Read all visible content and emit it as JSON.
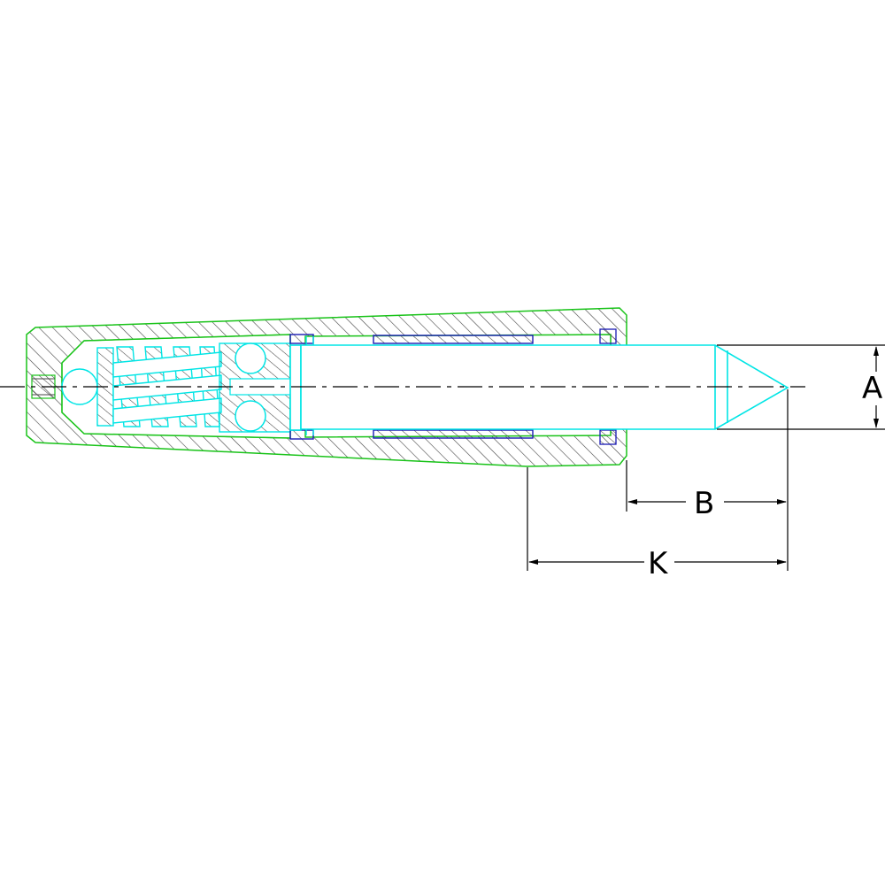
{
  "drawing": {
    "dimension_labels": {
      "a": "A",
      "b": "B",
      "k": "K"
    },
    "colors": {
      "body_outline": "#19c319",
      "hatch": "#444444",
      "spindle": "#00e5e5",
      "bearing": "#1a1ab4",
      "dimension": "#000000",
      "centerline": "#000000",
      "background": "#ffffff"
    }
  }
}
